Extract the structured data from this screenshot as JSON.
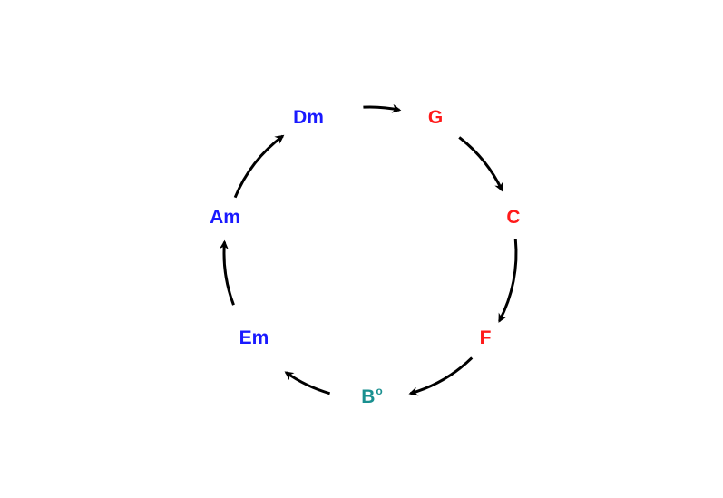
{
  "diagram": {
    "direction": "clockwise",
    "colors": {
      "major": "#ff1a1a",
      "minor": "#1a1aff",
      "diminished": "#1a9090",
      "arrow": "#000000"
    },
    "nodes": [
      {
        "label": "Dm",
        "quality": "minor"
      },
      {
        "label": "G",
        "quality": "major"
      },
      {
        "label": "C",
        "quality": "major"
      },
      {
        "label": "F",
        "quality": "major"
      },
      {
        "label": "B",
        "superscript": "o",
        "quality": "diminished"
      },
      {
        "label": "Em",
        "quality": "minor"
      },
      {
        "label": "Am",
        "quality": "minor"
      }
    ],
    "edges": [
      [
        "Dm",
        "G"
      ],
      [
        "G",
        "C"
      ],
      [
        "C",
        "F"
      ],
      [
        "F",
        "B"
      ],
      [
        "B",
        "Em"
      ],
      [
        "Em",
        "Am"
      ],
      [
        "Am",
        "Dm"
      ]
    ]
  }
}
